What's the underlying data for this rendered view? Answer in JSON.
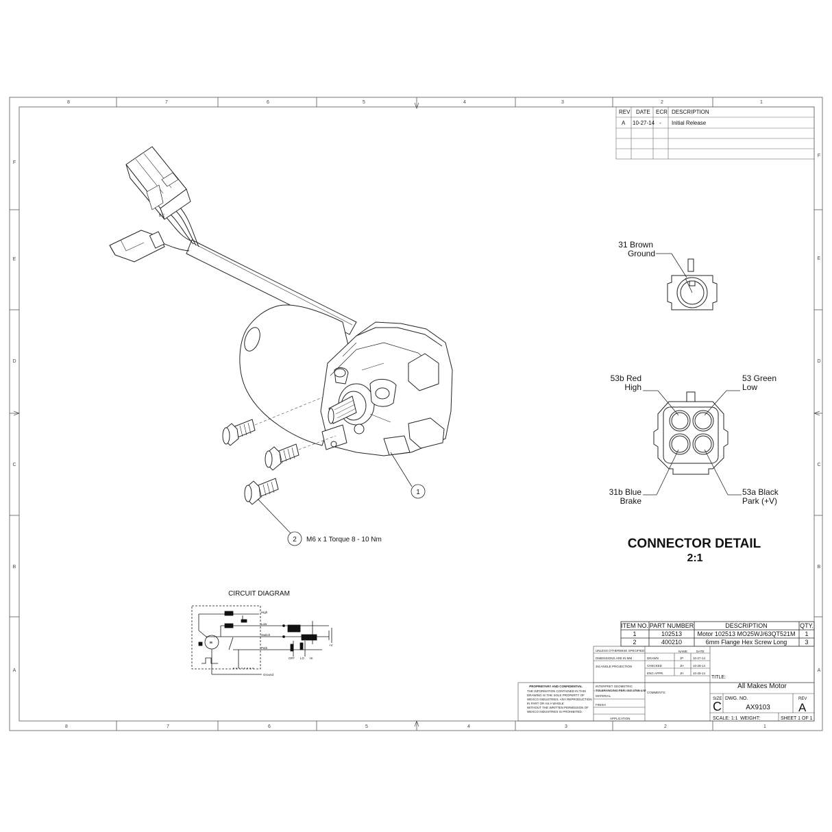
{
  "border": {
    "top_zones": [
      "8",
      "7",
      "6",
      "5",
      "4",
      "3",
      "2",
      "1"
    ],
    "bottom_zones": [
      "8",
      "7",
      "6",
      "5",
      "4",
      "3",
      "2",
      "1"
    ],
    "left_zones": [
      "F",
      "E",
      "D",
      "C",
      "B",
      "A"
    ],
    "right_zones": [
      "F",
      "E",
      "D",
      "C",
      "B",
      "A"
    ]
  },
  "revision_table": {
    "headers": [
      "REV",
      "DATE",
      "ECR",
      "DESCRIPTION"
    ],
    "rows": [
      [
        "A",
        "10-27-14",
        "-",
        "Initial Release"
      ]
    ]
  },
  "connector_detail": {
    "title": "CONNECTOR DETAIL",
    "scale": "2:1",
    "single": {
      "line1": "31 Brown",
      "line2": "Ground"
    },
    "quad": {
      "top_left": {
        "line1": "53b Red",
        "line2": "High"
      },
      "top_right": {
        "line1": "53 Green",
        "line2": "Low"
      },
      "bottom_left": {
        "line1": "31b Blue",
        "line2": "Brake"
      },
      "bottom_right": {
        "line1": "53a Black",
        "line2": "Park (+V)"
      }
    }
  },
  "callouts": {
    "item1": {
      "number": "1"
    },
    "item2": {
      "number": "2",
      "text": "M6 x 1 Torque 8 - 10 Nm"
    }
  },
  "circuit": {
    "title": "CIRCUIT DIAGRAM",
    "labels": {
      "high": "High",
      "low": "Low",
      "switch": "Switch",
      "park": "Park",
      "ground": "Ground",
      "motor": "M",
      "off": "OFF",
      "lo": "LO",
      "hi": "HI",
      "pos": "+V"
    }
  },
  "bom": {
    "headers": [
      "ITEM NO.",
      "PART NUMBER",
      "DESCRIPTION",
      "QTY."
    ],
    "rows": [
      [
        "1",
        "102513",
        "Motor 102513 MO25WJ/63QT521M",
        "1"
      ],
      [
        "2",
        "400210",
        "6mm Flange Hex Screw Long",
        "3"
      ]
    ]
  },
  "title_block": {
    "tolerance_header": "UNLESS OTHERWISE SPECIFIED:",
    "dimensions": "DIMENSIONS ARE IN MM",
    "projection": "3rd ANGLE PROJECTION",
    "name_header": "NAME",
    "date_header": "DATE",
    "signoffs": [
      {
        "role": "DRAWN",
        "name": "JP",
        "date": "10-27-14"
      },
      {
        "role": "CHECKED",
        "name": "JH",
        "date": "10-28-14"
      },
      {
        "role": "ENG APPR.",
        "name": "JH",
        "date": "10-28-14"
      }
    ],
    "interpret": "INTERPRET GEOMETRIC",
    "tolerancing": "TOLERANCING PER: ISO 2768-1 M",
    "material": "MATERIAL",
    "finish": "FINISH",
    "application": "APPLICATION",
    "comments": "COMMENTS:",
    "proprietary_title": "PROPRIETARY AND CONFIDENTIAL",
    "proprietary_lines": [
      "THE INFORMATION CONTAINED IN THIS",
      "DRAWING IS THE SOLE PROPERTY OF",
      "WEXCO INDUSTRIES.  ANY REPRODUCTION",
      "IN PART OR AS A WHOLE",
      "WITHOUT THE WRITTEN PERMISSION OF",
      "WEXCO INDUSTRIES IS PROHIBITED."
    ],
    "title_label": "TITLE:",
    "title": "All Makes Motor",
    "size_label": "SIZE",
    "size": "C",
    "dwg_label": "DWG.  NO.",
    "dwg_no": "AX9103",
    "rev_label": "REV",
    "rev": "A",
    "scale": "SCALE: 1:1",
    "weight": "WEIGHT:",
    "sheet": "SHEET 1 OF 1"
  }
}
